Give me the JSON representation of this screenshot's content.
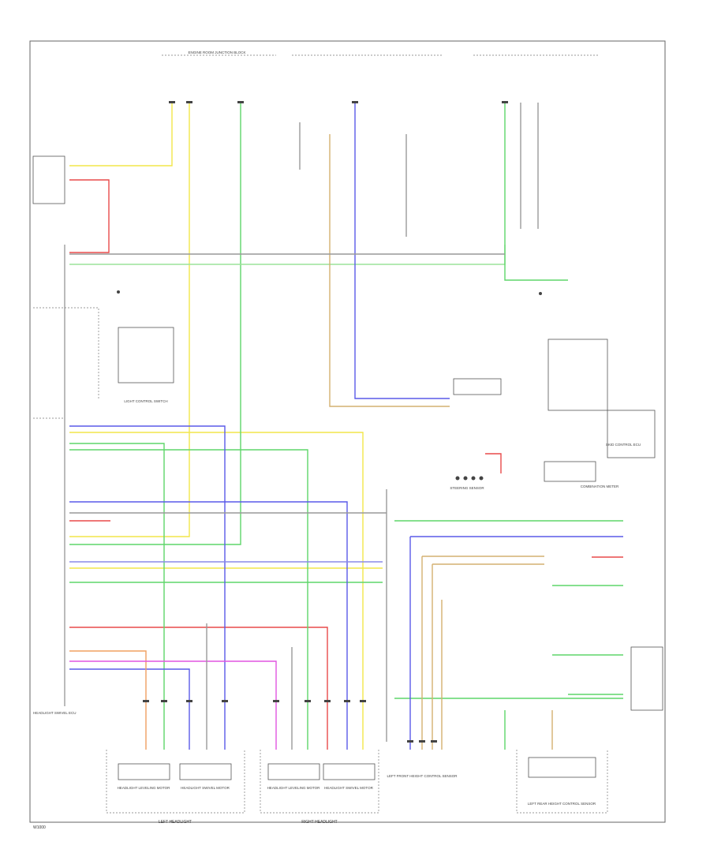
{
  "footer_code": "W1000",
  "components": [
    {
      "id": "left_headlight",
      "label": "LEFT HEADLIGHT"
    },
    {
      "id": "right_headlight",
      "label": "RIGHT HEADLIGHT"
    },
    {
      "id": "hl_lo_left",
      "label": "HEADLIGHT LEVELING MOTOR"
    },
    {
      "id": "hl_sw_left",
      "label": "HEADLIGHT SWIVEL MOTOR"
    },
    {
      "id": "hl_lo_right",
      "label": "HEADLIGHT LEVELING MOTOR"
    },
    {
      "id": "hl_sw_right",
      "label": "HEADLIGHT SWIVEL MOTOR"
    },
    {
      "id": "afs_ecu",
      "label": "HEADLIGHT SWIVEL ECU"
    },
    {
      "id": "combination_meter",
      "label": "COMBINATION METER"
    },
    {
      "id": "height_sensor_front",
      "label": "LEFT FRONT HEIGHT CONTROL SENSOR"
    },
    {
      "id": "height_sensor_rear",
      "label": "LEFT REAR HEIGHT CONTROL SENSOR"
    },
    {
      "id": "steering_sensor",
      "label": "STEERING SENSOR"
    },
    {
      "id": "abs_ecu",
      "label": "SKID CONTROL ECU"
    },
    {
      "id": "engine_room_jb",
      "label": "ENGINE ROOM JUNCTION BLOCK"
    },
    {
      "id": "light_control_switch",
      "label": "LIGHT CONTROL SWITCH"
    }
  ]
}
